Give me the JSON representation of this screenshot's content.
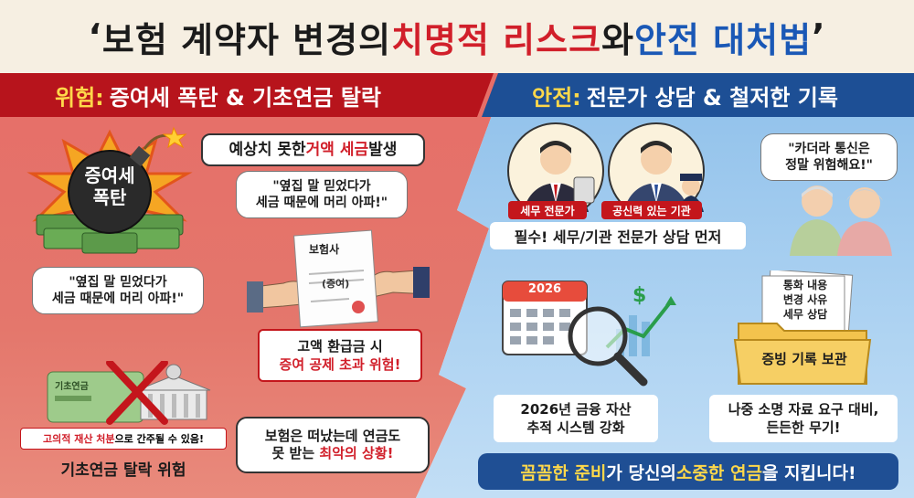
{
  "title": {
    "q1": "‘",
    "p1": "보험 계약자 변경의 ",
    "p2": "치명적 리스크",
    "p3": "와 ",
    "p4": "안전 대처법",
    "q2": "’"
  },
  "left": {
    "header_prefix": "위험:",
    "header_text": "증여세 폭탄 & 기초연금 탈락",
    "bomb_label_1": "증여세",
    "bomb_label_2": "폭탄",
    "tax_bubble": {
      "t1": "예상치 못한 ",
      "t2": "거액 세금",
      "t3": " 발생"
    },
    "quote_top_1": "\"옆집 말 믿었다가",
    "quote_top_2": "세금 때문에 머리 아파!\"",
    "quote_left_1": "\"옆집 말 믿었다가",
    "quote_left_2": "세금 때문에 머리 아파!\"",
    "doc_title": "보험사",
    "doc_stamp": "(증여)",
    "refund_1": "고액 환급금 시",
    "refund_2": "증여 공제 초과 위험!",
    "pension_card": "기초연금",
    "disposal_1": "고의적 재산 처분",
    "disposal_2": "으로 간주될 수 있음!",
    "pension_drop": "기초연금 탈락 위험",
    "worst_1": "보험은 떠났는데 연금도",
    "worst_2": "못 받는 ",
    "worst_3": "최악의 상황!"
  },
  "right": {
    "header_prefix": "안전:",
    "header_text": "전문가 상담 & 철저한 기록",
    "tag_tax": "세무 전문가",
    "tag_public": "공신력 있는 기관",
    "consult": "필수! 세무/기관 전문가 상담 먼저",
    "scam_1": "\"카더라 통신은",
    "scam_2": "정말 위험해요!\"",
    "calendar_year": "2026",
    "system_1": "2026년 금융 자산",
    "system_2": "추적 시스템 강화",
    "folder_1": "통화 내용",
    "folder_2": "변경 사유",
    "folder_3": "세무 상담",
    "folder_label": "증빙 기록 보관",
    "prep_1": "나중 소명 자료 요구 대비,",
    "prep_2": "든든한 무기!",
    "slogan_1": "꼼꼼한 준비",
    "slogan_2": "가 당신의 ",
    "slogan_3": "소중한 연금",
    "slogan_4": "을 지킵니다!"
  },
  "colors": {
    "danger": "#d11f2a",
    "safe": "#1a58b6",
    "danger_header": "#b7141c",
    "safe_header": "#1d4f95",
    "highlight": "#ffd84a"
  }
}
